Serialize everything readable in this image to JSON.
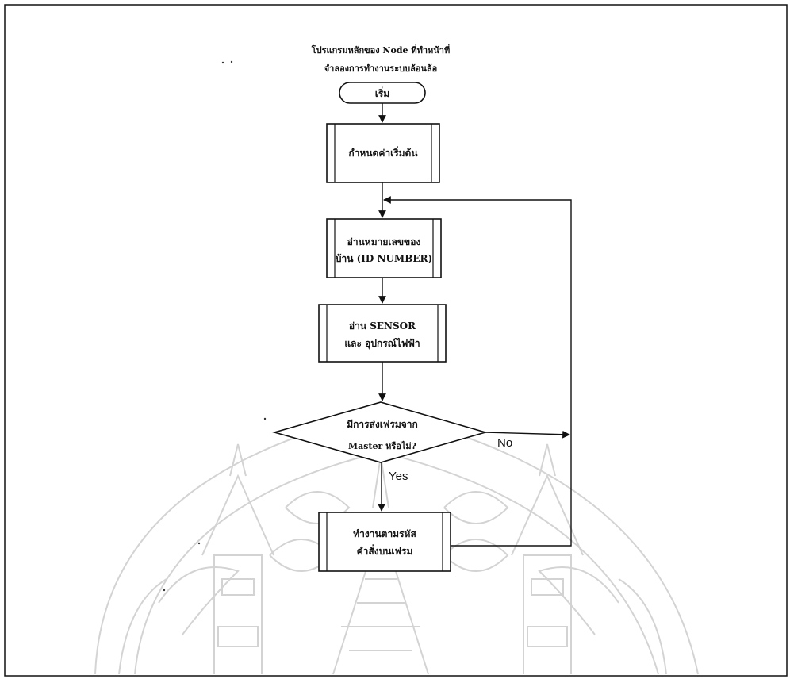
{
  "diagram": {
    "title_line1": "โปรแกรมหลักของ Node ที่ทำหน้าที่",
    "title_line2": "จำลองการทำงานระบบล้อนล้อ",
    "start": "เริ่ม",
    "init": "กำหนดค่าเริ่มต้น",
    "read_id_line1": "อ่านหมายเลขของ",
    "read_id_line2": "บ้าน (ID NUMBER)",
    "read_sensor_line1": "อ่าน SENSOR",
    "read_sensor_line2": "และ อุปกรณ์ไฟฟ้า",
    "decision_line1": "มีการส่งเฟรมจาก",
    "decision_line2": "Master หรือไม่?",
    "yes": "Yes",
    "no": "No",
    "execute_line1": "ทำงานตามรหัส",
    "execute_line2": "คำสั่งบนเฟรม"
  },
  "colors": {
    "stroke": "#111111",
    "watermark": "#c8c8c8"
  }
}
